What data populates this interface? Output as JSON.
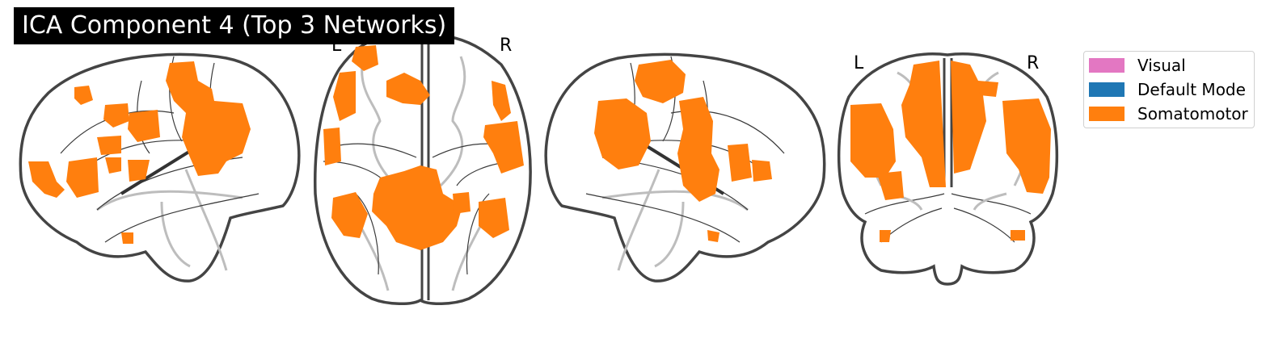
{
  "figure": {
    "title": "ICA Component 4 (Top 3 Networks)",
    "views": [
      {
        "id": "sagittal-left",
        "labels": []
      },
      {
        "id": "axial",
        "labels": [
          "L",
          "R"
        ]
      },
      {
        "id": "sagittal-right",
        "labels": []
      },
      {
        "id": "coronal",
        "labels": [
          "L",
          "R"
        ]
      }
    ]
  },
  "legend": {
    "items": [
      {
        "label": "Visual",
        "color": "#e377c2"
      },
      {
        "label": "Default Mode",
        "color": "#1f77b4"
      },
      {
        "label": "Somatomotor",
        "color": "#ff7f0e"
      }
    ]
  },
  "colors": {
    "overlay": "#ff7f0e",
    "outline": "#444444",
    "ghost": "#bdbdbd"
  }
}
